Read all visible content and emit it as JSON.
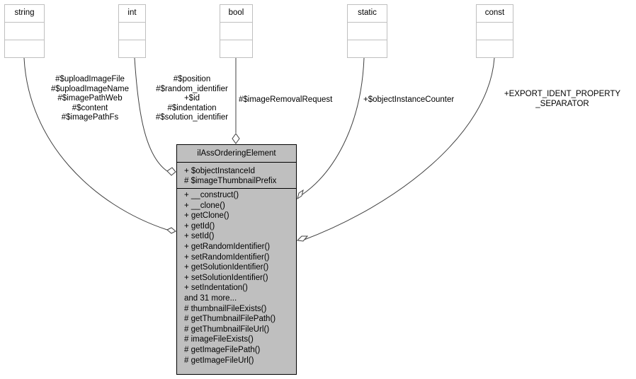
{
  "type_boxes": [
    {
      "name": "string"
    },
    {
      "name": "int"
    },
    {
      "name": "bool"
    },
    {
      "name": "static"
    },
    {
      "name": "const"
    }
  ],
  "edges": {
    "string": [
      "#$uploadImageFile",
      "#$uploadImageName",
      "#$imagePathWeb",
      "#$content",
      "#$imagePathFs"
    ],
    "int": [
      "#$position",
      "#$random_identifier",
      "+$id",
      "#$indentation",
      "#$solution_identifier"
    ],
    "bool": [
      "#$imageRemovalRequest"
    ],
    "static": [
      "+$objectInstanceCounter"
    ],
    "const": [
      "+EXPORT_IDENT_PROPERTY",
      "_SEPARATOR"
    ]
  },
  "class": {
    "name": "ilAssOrderingElement",
    "attributes": [
      "+ $objectInstanceId",
      "# $imageThumbnailPrefix"
    ],
    "operations": [
      "+ __construct()",
      "+ __clone()",
      "+ getClone()",
      "+ getId()",
      "+ setId()",
      "+ getRandomIdentifier()",
      "+ setRandomIdentifier()",
      "+ getSolutionIdentifier()",
      "+ setSolutionIdentifier()",
      "+ setIndentation()",
      "and 31 more...",
      "# thumbnailFileExists()",
      "# getThumbnailFilePath()",
      "# getThumbnailFileUrl()",
      "# imageFileExists()",
      "# getImageFilePath()",
      "# getImageFileUrl()"
    ]
  }
}
